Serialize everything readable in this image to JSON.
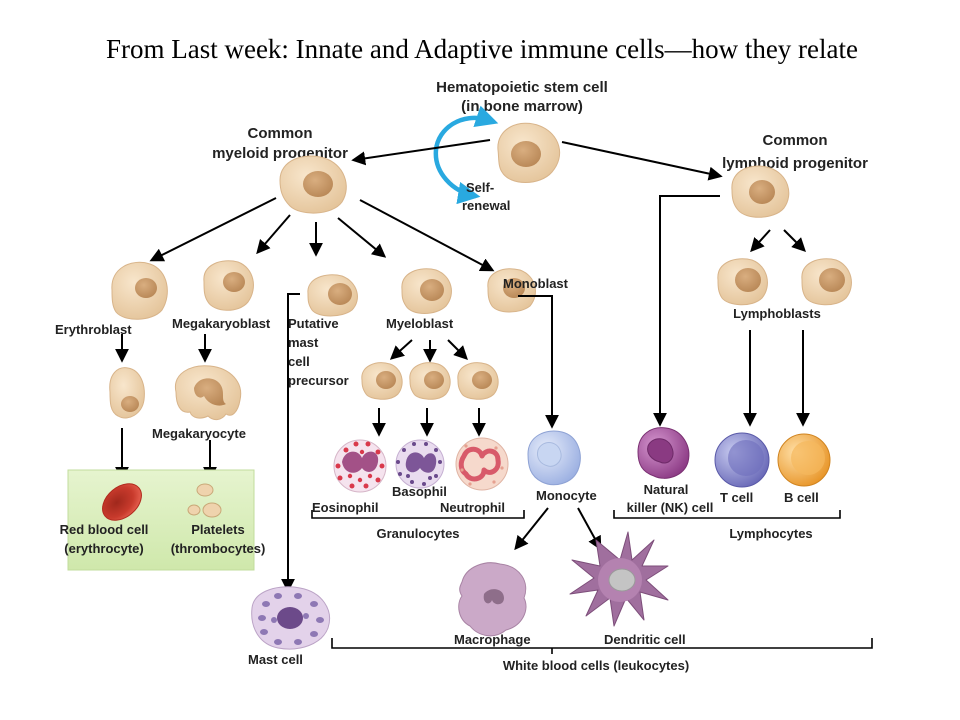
{
  "title": "From Last week:  Innate and Adaptive immune cells—how they relate",
  "stem_cell": {
    "line1": "Hematopoietic stem cell",
    "line2": "(in bone marrow)"
  },
  "self_renewal": {
    "line1": "Self-",
    "line2": "renewal"
  },
  "myeloid": {
    "line1": "Common",
    "line2": "myeloid progenitor"
  },
  "lymphoid": {
    "line1": "Common",
    "line2": "lymphoid progenitor"
  },
  "erythroblast": "Erythroblast",
  "megakaryoblast": "Megakaryoblast",
  "putative": {
    "l1": "Putative",
    "l2": "mast",
    "l3": "cell",
    "l4": "precursor"
  },
  "myeloblast": "Myeloblast",
  "monoblast": "Monoblast",
  "lymphoblasts": "Lymphoblasts",
  "megakaryocyte": "Megakaryocyte",
  "rbc": {
    "line1": "Red blood cell",
    "line2": "(erythrocyte)"
  },
  "platelets": {
    "line1": "Platelets",
    "line2": "(thrombocytes)"
  },
  "eosinophil": "Eosinophil",
  "basophil": "Basophil",
  "neutrophil": "Neutrophil",
  "granulocytes": "Granulocytes",
  "monocyte": "Monocyte",
  "nk": {
    "line1": "Natural",
    "line2": "killer (NK) cell"
  },
  "tcell": "T cell",
  "bcell": "B cell",
  "lymphocytes": "Lymphocytes",
  "macrophage": "Macrophage",
  "dendritic": "Dendritic cell",
  "mast_cell": "Mast cell",
  "leukocytes": "White blood cells (leukocytes)",
  "colors": {
    "progenitor_cell": "#efd3ad",
    "progenitor_nucleus": "#c99a6c",
    "self_renewal_arrow": "#29a9e0",
    "rbc_box": "#d7ecb8",
    "rbc": "#c0392b",
    "tcell": "#8080c8",
    "bcell": "#f2a640",
    "nk": "#a04a98",
    "monocyte": "#b8c7ec",
    "macrophage": "#cba9c8",
    "dendritic": "#a06f9e",
    "mast_cell": "#e3d2ea"
  }
}
